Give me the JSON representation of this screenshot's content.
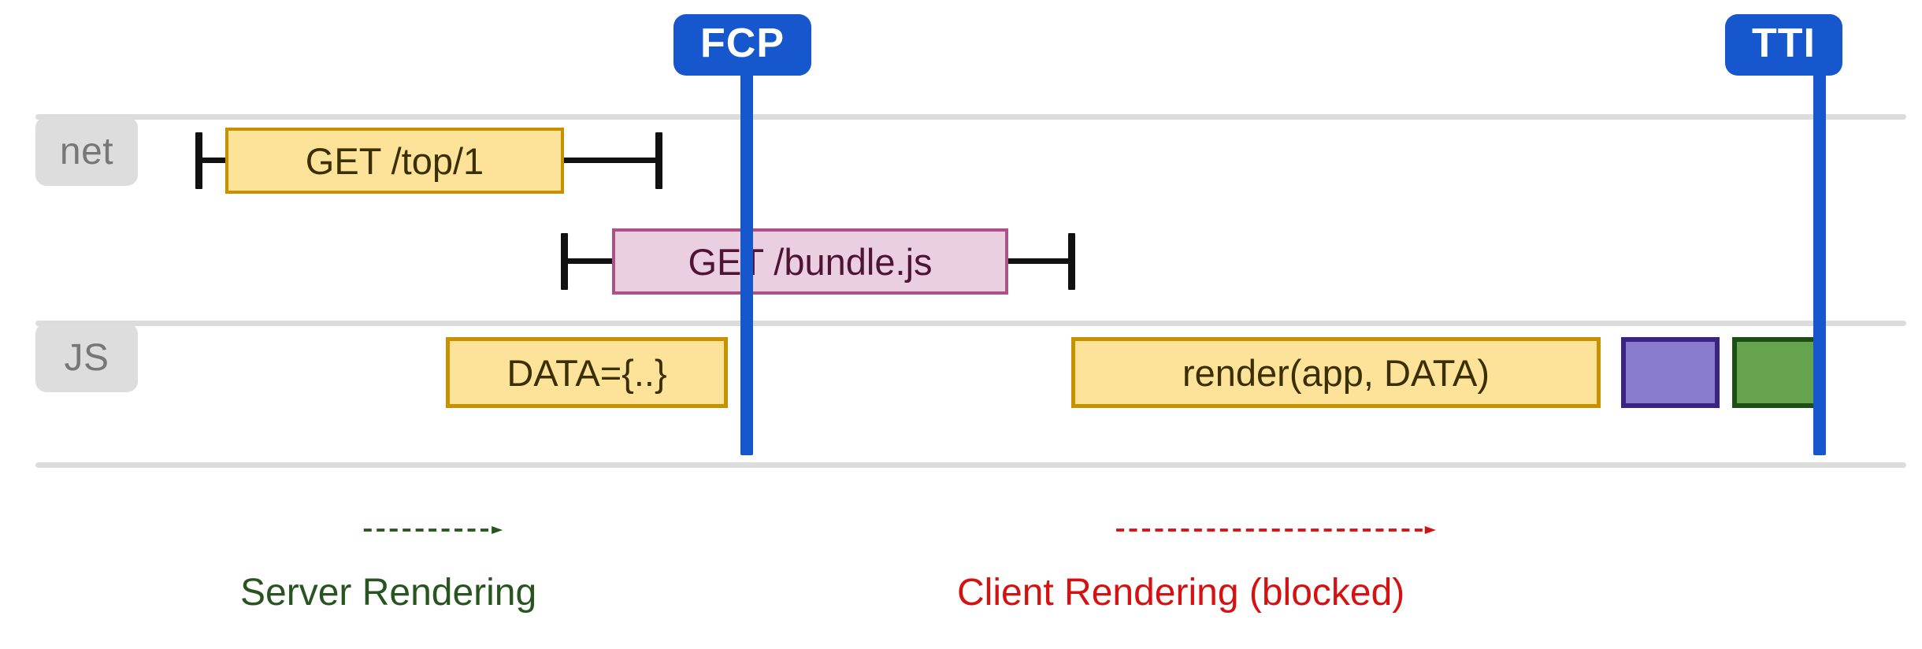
{
  "diagram": {
    "type": "timeline-gantt",
    "title_present": false,
    "colors": {
      "milestone_blue": "#1657cd",
      "bar_yellow_fill": "#fde39a",
      "bar_yellow_stroke": "#c79100",
      "bar_pink_fill": "#e9cfe0",
      "bar_pink_stroke": "#ad5288",
      "bar_purple_fill": "#8a7ccc",
      "bar_purple_stroke": "#3b2382",
      "bar_green_fill": "#65a34e",
      "bar_green_stroke": "#1f4d16",
      "track_gray": "#dcdcdc",
      "lane_badge_gray": "#dddddd",
      "server_green": "#27541f",
      "client_red": "#d51111"
    },
    "lanes": [
      {
        "id": "net",
        "label": "net",
        "bars": [
          {
            "label": "GET /top/1",
            "style": "yellow",
            "has_left_whisker": true,
            "has_right_whisker": true
          },
          {
            "label": "GET /bundle.js",
            "style": "pink",
            "has_left_whisker": true,
            "has_right_whisker": true
          }
        ]
      },
      {
        "id": "js",
        "label": "JS",
        "bars": [
          {
            "label": "DATA={..}",
            "style": "yellow"
          },
          {
            "label": "render(app, DATA)",
            "style": "yellow"
          },
          {
            "label": "",
            "style": "purple"
          },
          {
            "label": "",
            "style": "green"
          }
        ]
      }
    ],
    "milestones": [
      {
        "id": "fcp",
        "label": "FCP"
      },
      {
        "id": "tti",
        "label": "TTI"
      }
    ],
    "annotations": [
      {
        "id": "server",
        "label": "Server Rendering",
        "arrow": "dashed-right-arrow",
        "color": "#27541f"
      },
      {
        "id": "client",
        "label": "Client Rendering (blocked)",
        "arrow": "dashed-right-arrow",
        "color": "#d51111"
      }
    ]
  }
}
